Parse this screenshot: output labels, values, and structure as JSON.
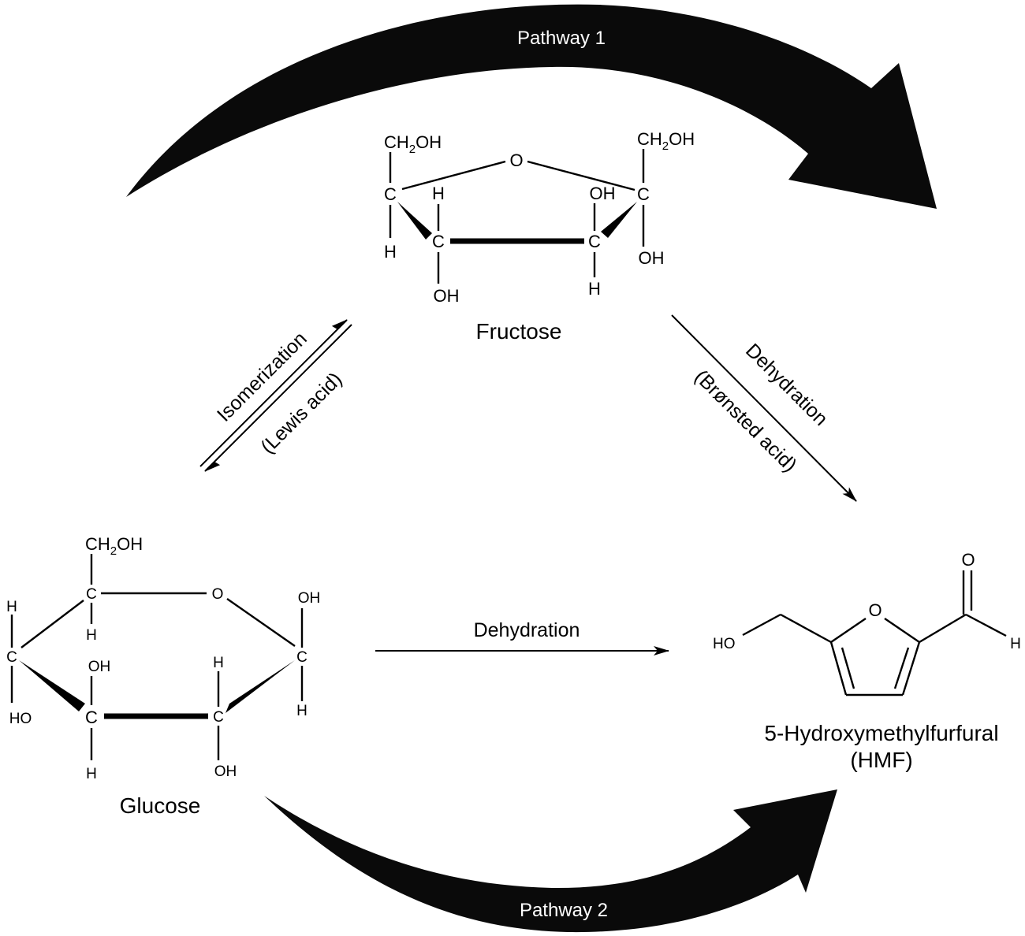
{
  "pathways": {
    "pathway1": "Pathway 1",
    "pathway2": "Pathway 2"
  },
  "molecules": {
    "fructose": {
      "name": "Fructose",
      "atoms": {
        "ch2oh_left": "CH",
        "ch2oh_right": "CH",
        "sub2": "2",
        "oh_suffix": "OH",
        "ring_o": "O",
        "c": "C",
        "h": "H",
        "oh": "OH"
      }
    },
    "glucose": {
      "name": "Glucose",
      "atoms": {
        "ch": "CH",
        "sub2": "2",
        "oh_suffix": "OH",
        "ring_o": "O",
        "c": "C",
        "h": "H",
        "oh": "OH",
        "ho": "HO"
      }
    },
    "hmf": {
      "name_line1": "5-Hydroxymethylfurfural",
      "name_line2": "(HMF)",
      "atoms": {
        "ho": "HO",
        "ring_o": "O",
        "carbonyl_o": "O",
        "h": "H"
      }
    }
  },
  "reactions": {
    "isomerization": {
      "label": "Isomerization",
      "catalyst": "(Lewis acid)"
    },
    "fructose_dehydration": {
      "label": "Dehydration",
      "catalyst": "(Brønsted acid)"
    },
    "glucose_dehydration": {
      "label": "Dehydration"
    }
  },
  "colors": {
    "ink": "#000000",
    "arrow_fill": "#0a0a0a",
    "arrow_text": "#ffffff",
    "background": "#ffffff"
  }
}
